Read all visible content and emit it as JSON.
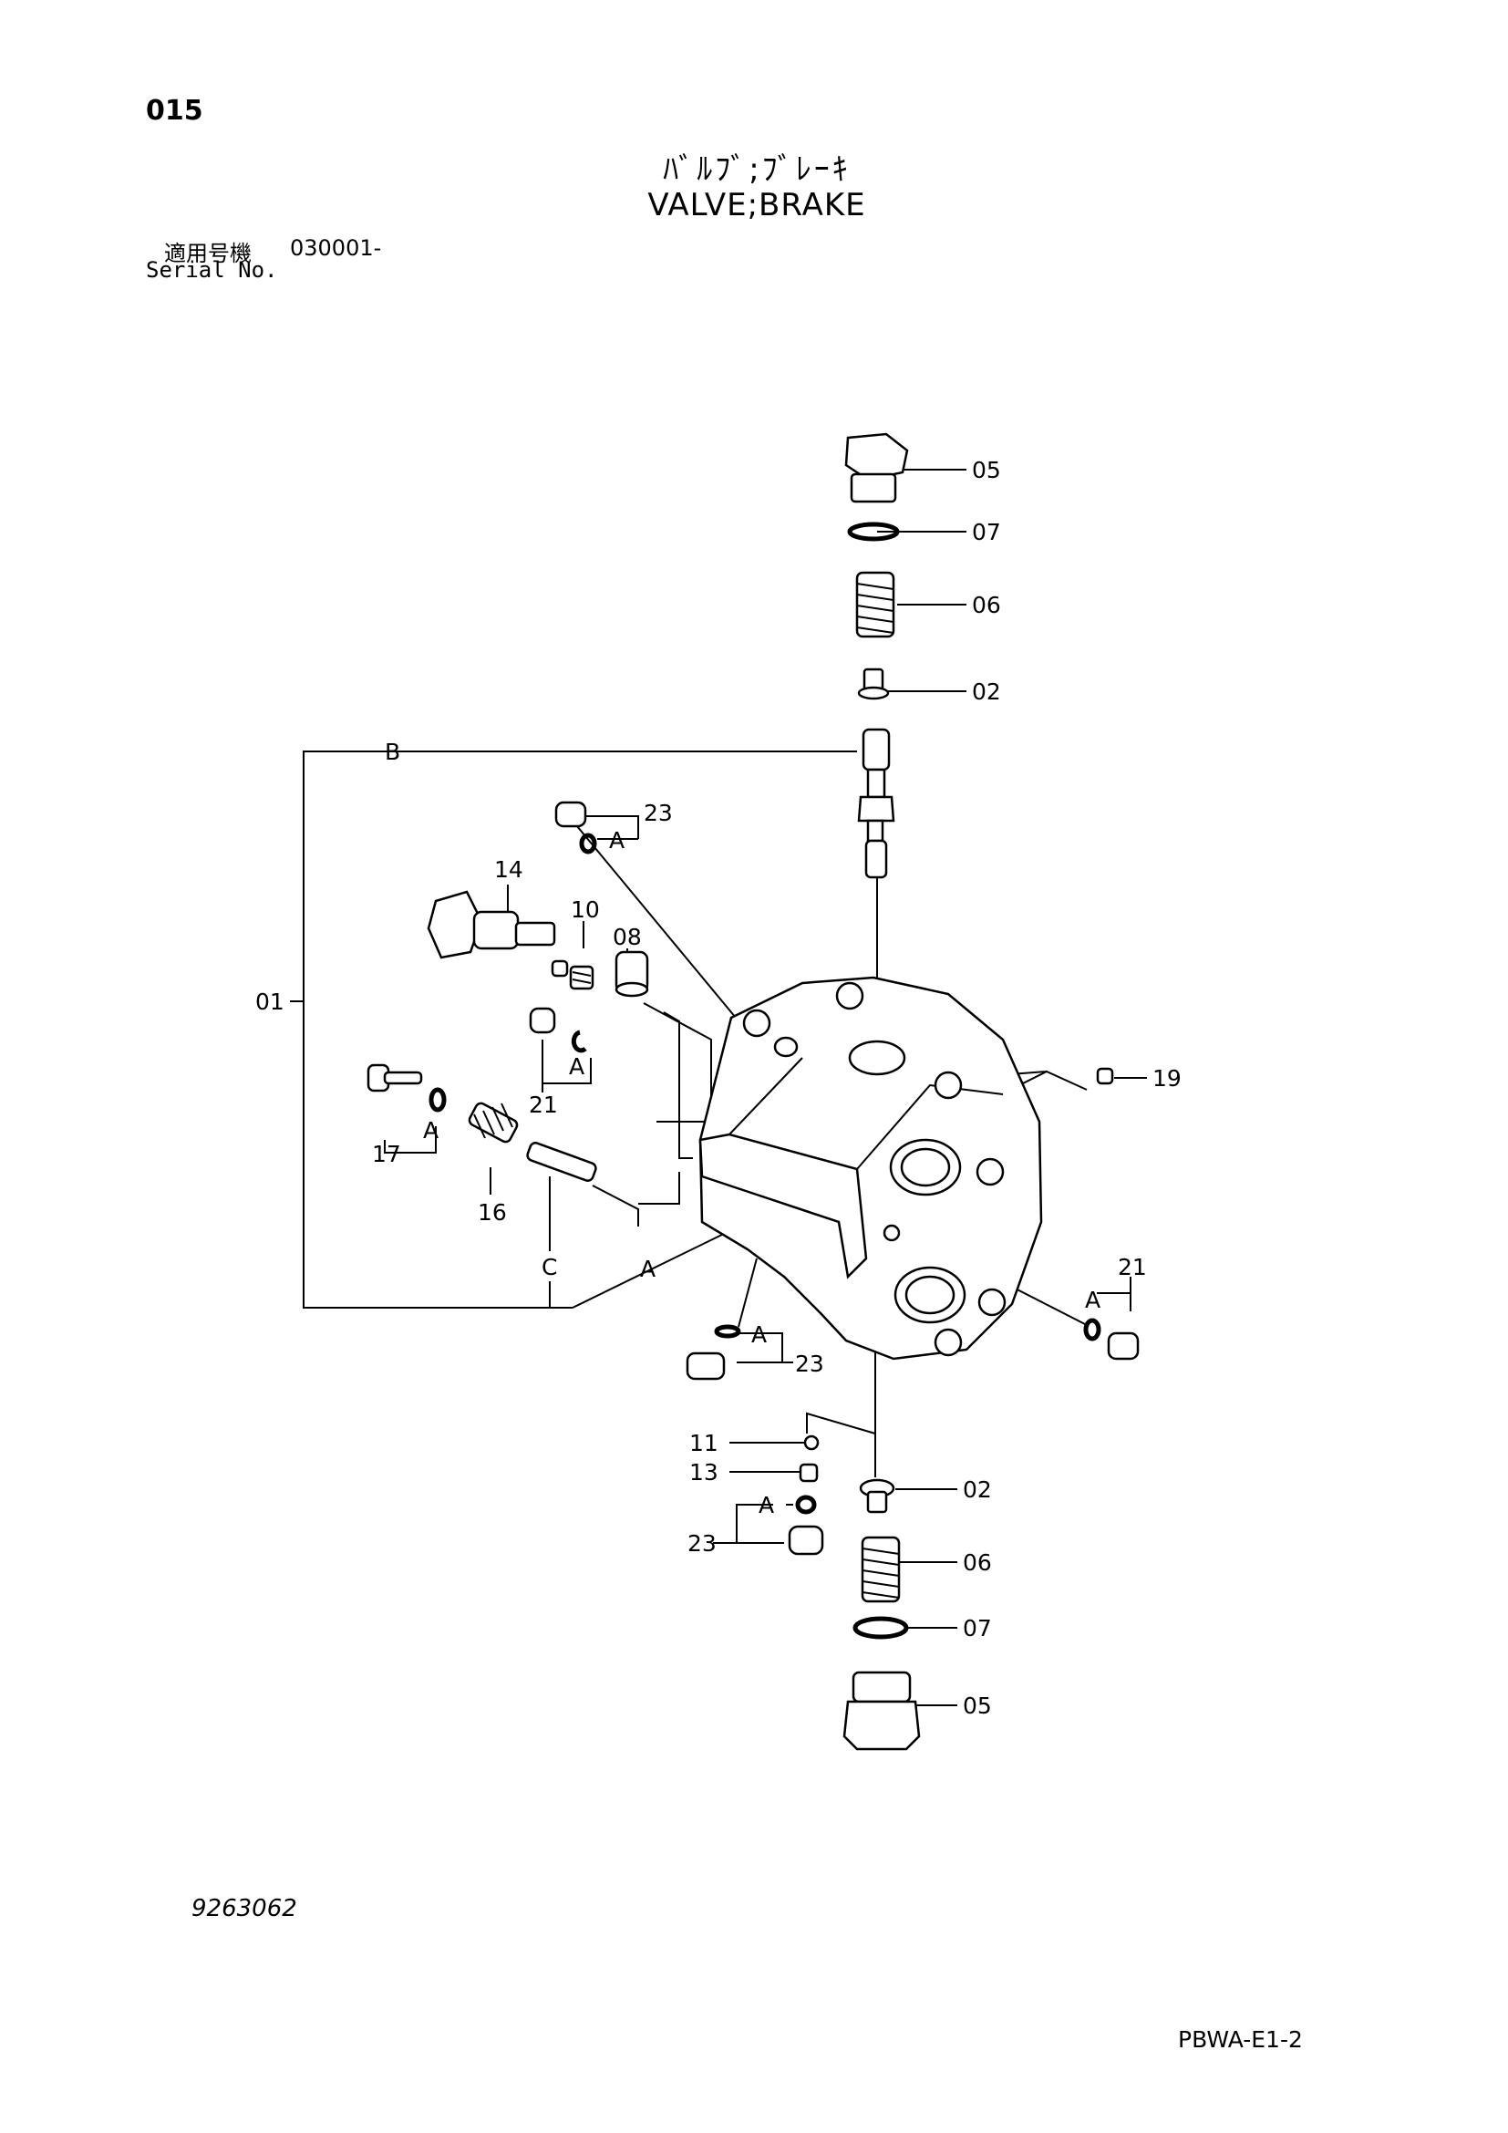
{
  "header": {
    "page_number": "015",
    "title_jp": "ﾊﾞﾙﾌﾞ;ﾌﾞﾚｰｷ",
    "title_en": "VALVE;BRAKE",
    "serial_label_jp": "適用号機",
    "serial_value": "030001-",
    "serial_label_en": "Serial No."
  },
  "callouts": {
    "c05_top": "05",
    "c07_top": "07",
    "c06_top": "06",
    "c02_top": "02",
    "b_top": "B",
    "c23_top": "23",
    "a_top": "A",
    "c14": "14",
    "c10": "10",
    "c08": "08",
    "c01": "01",
    "c21_left": "21",
    "a_21_left": "A",
    "c17": "17",
    "a_17": "A",
    "c16": "16",
    "c_label": "C",
    "a_bottom": "A",
    "c19": "19",
    "c21_right": "21",
    "a_21_right": "A",
    "a_23_mid": "A",
    "c23_mid": "23",
    "c11": "11",
    "c13": "13",
    "a_23_low": "A",
    "c23_low": "23",
    "c02_bot": "02",
    "c06_bot": "06",
    "c07_bot": "07",
    "c05_bot": "05"
  },
  "footer": {
    "drawing_number": "9263062",
    "page_code": "PBWA-E1-2"
  }
}
